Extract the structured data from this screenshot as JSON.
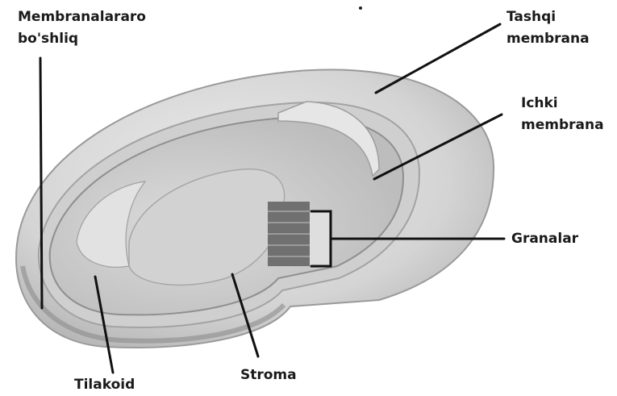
{
  "labels": {
    "intermembrane_space": {
      "line1": "Membranalararo",
      "line2": "bo'shliq"
    },
    "outer_membrane": {
      "line1": "Tashqi",
      "line2": "membrana"
    },
    "inner_membrane": {
      "line1": "Ichki",
      "line2": "membrana"
    },
    "grana": "Granalar",
    "thylakoid": "Tilakoid",
    "stroma": "Stroma"
  },
  "colors": {
    "outer_fill": "#d6d6d6",
    "inner_fill": "#c4c4c4",
    "granum": "#6e6e6e",
    "leader": "#111111"
  }
}
